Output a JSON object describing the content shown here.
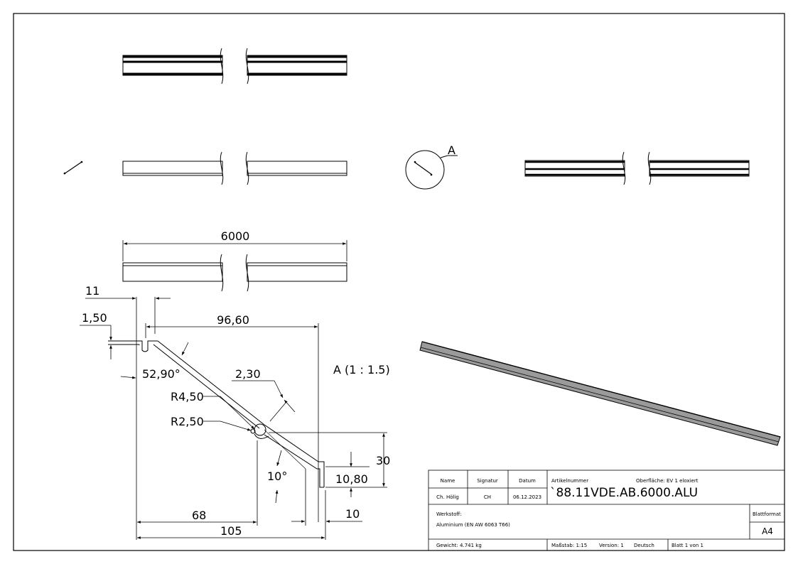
{
  "dimensions": {
    "length": "6000",
    "d11": "11",
    "d150": "1,50",
    "d9660": "96,60",
    "angle": "52,90°",
    "d230": "2,30",
    "r450": "R4,50",
    "r250": "R2,50",
    "d30": "30",
    "angle10": "10°",
    "d1080": "10,80",
    "d68": "68",
    "d10": "10",
    "d105": "105"
  },
  "views": {
    "detail_label": "A",
    "detail_title": "A (1 : 1.5)"
  },
  "title_block": {
    "name_label": "Name",
    "signatur_label": "Signatur",
    "datum_label": "Datum",
    "name_value": "Ch. Hölig",
    "signatur_value": "CH",
    "datum_value": "06.12.2023",
    "artikel_label": "Artikelnummer",
    "oberflaeche": "Oberfläche: EV 1 eloxiert",
    "artikel_value": "`88.11VDE.AB.6000.ALU",
    "werkstoff_label": "Werkstoff:",
    "werkstoff_value": "Aluminium (EN AW 6063 T66)",
    "blattformat_label": "Blattformat",
    "blattformat_value": "A4",
    "gewicht": "Gewicht: 4.741 kg",
    "massstab": "Maßstab: 1:15",
    "version": "Version: 1",
    "sprache": "Deutsch",
    "blatt": "Blatt 1 von 1"
  }
}
